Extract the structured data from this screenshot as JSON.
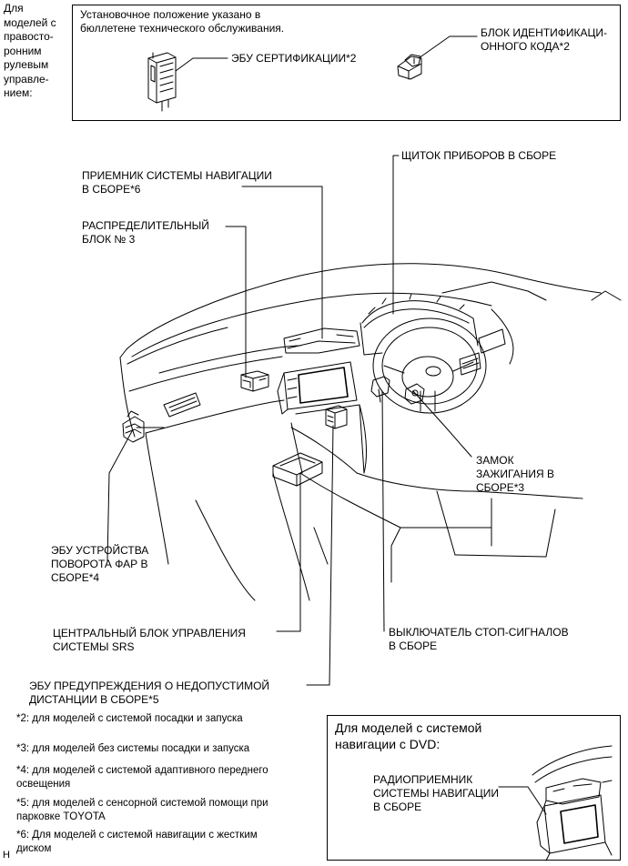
{
  "top_note": {
    "side_label": "Для\nмоделей с\nправосто-\nронним\nрулевым\nуправле-\nнием:",
    "install_note": "Установочное положение указано в\nбюллетене технического обслуживания.",
    "cert_ecu": "ЭБУ СЕРТИФИКАЦИИ*2",
    "id_code_box": "БЛОК ИДЕНТИФИКАЦИ-\nОННОГО КОДА*2"
  },
  "callouts": {
    "nav_receiver": "ПРИЕМНИК СИСТЕМЫ НАВИГАЦИИ\nВ СБОРЕ*6",
    "junction_block": "РАСПРЕДЕЛИТЕЛЬНЫЙ\nБЛОК № 3",
    "instrument_panel": "ЩИТОК ПРИБОРОВ В СБОРЕ",
    "ignition_lock": "ЗАМОК\nЗАЖИГАНИЯ В\nСБОРЕ*3",
    "headlamp_ecu": "ЭБУ УСТРОЙСТВА\nПОВОРОТА ФАР В\nСБОРЕ*4",
    "srs_center": "ЦЕНТРАЛЬНЫЙ БЛОК УПРАВЛЕНИЯ\nСИСТЕМЫ SRS",
    "stop_switch": "ВЫКЛЮЧАТЕЛЬ СТОП-СИГНАЛОВ\nВ СБОРЕ",
    "clearance_ecu": "ЭБУ ПРЕДУПРЕЖДЕНИЯ О НЕДОПУСТИМОЙ\nДИСТАНЦИИ В СБОРЕ*5"
  },
  "footnotes": [
    "*2: для моделей с системой посадки и запуска",
    "*3: для моделей без системы посадки и запуска",
    "*4: для моделей с системой адаптивного переднего\nосвещения",
    "*5: для моделей с сенсорной системой помощи при\nпарковке TOYOTA",
    "*6: Для моделей с системой навигации с жестким\nдиском"
  ],
  "dvd_box": {
    "title": "Для моделей с системой\nнавигации с DVD:",
    "radio_receiver": "РАДИОПРИЕМНИК\nСИСТЕМЫ НАВИГАЦИИ\nВ СБОРЕ"
  },
  "corner_mark": "H"
}
